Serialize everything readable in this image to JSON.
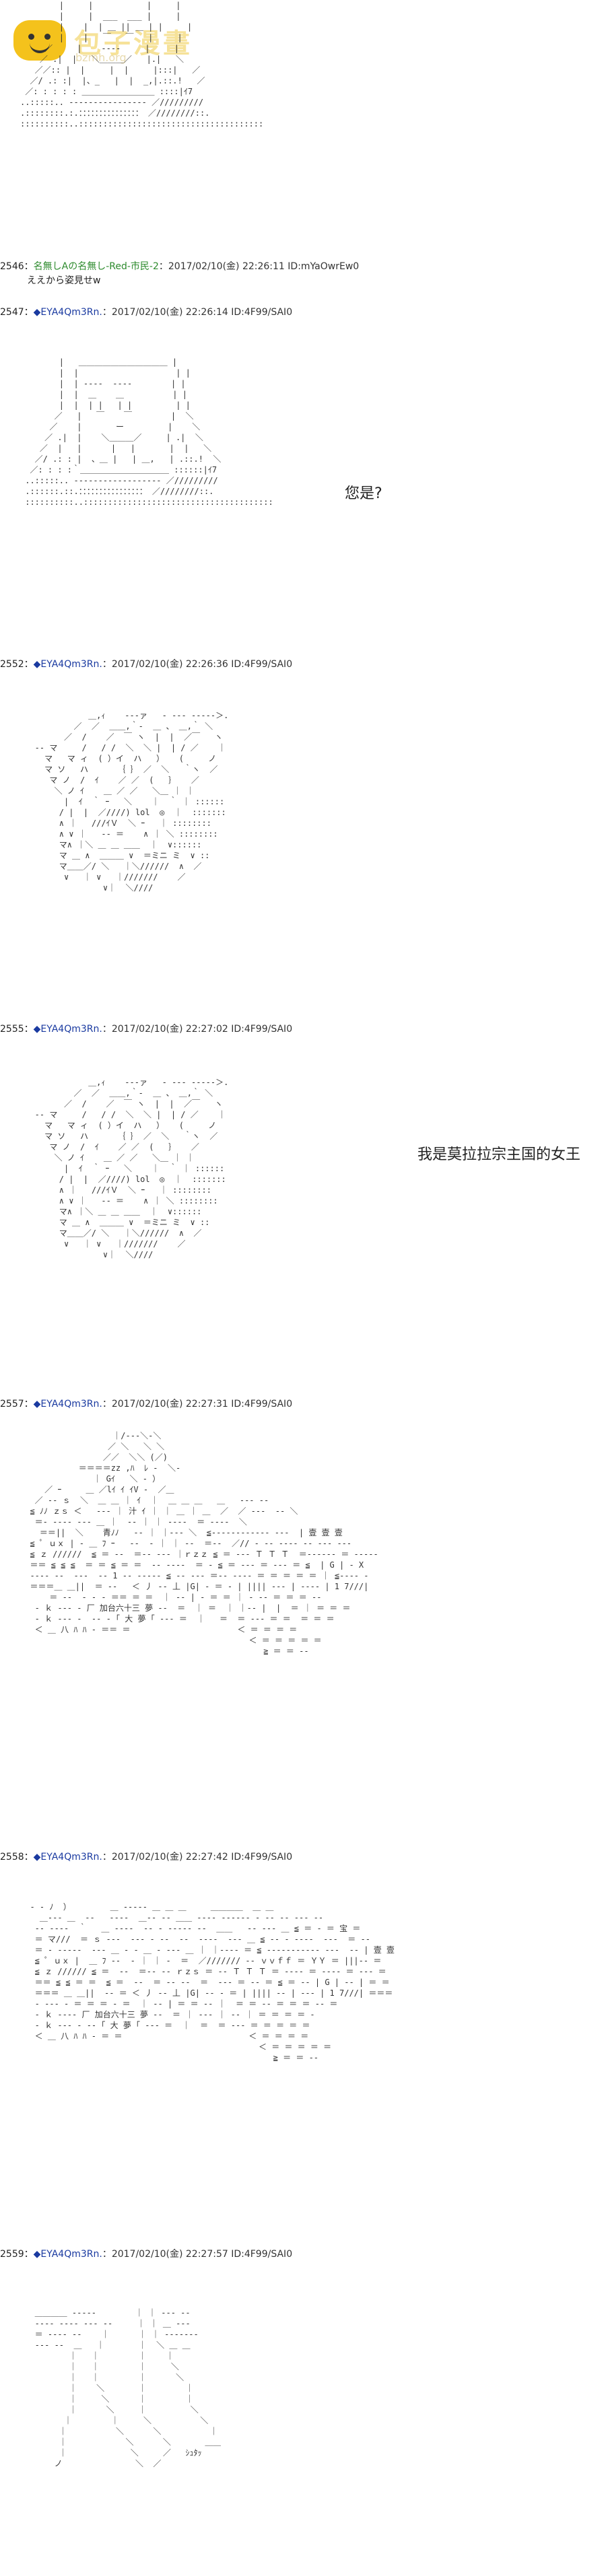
{
  "logo": {
    "text": "包子漫畫",
    "sub": "bzmh.org"
  },
  "posts": [
    {
      "num": "2546：",
      "name": "名無しAの名無し-Red-市民-2",
      "meta": "：2017/02/10(金) 22:26:11 ID:mYaOwrEw0",
      "body": "ええから姿見せw"
    },
    {
      "num": "2547：",
      "name": "◆EYA4Qm3Rn.",
      "meta": "：2017/02/10(金) 22:26:14 ID:4F99/SAI0",
      "speech": "您是?"
    },
    {
      "num": "2552：",
      "name": "◆EYA4Qm3Rn.",
      "meta": "：2017/02/10(金) 22:26:36 ID:4F99/SAI0"
    },
    {
      "num": "2555：",
      "name": "◆EYA4Qm3Rn.",
      "meta": "：2017/02/10(金) 22:27:02 ID:4F99/SAI0",
      "speech": "我是莫拉拉宗主国的女王"
    },
    {
      "num": "2557：",
      "name": "◆EYA4Qm3Rn.",
      "meta": "：2017/02/10(金) 22:27:31 ID:4F99/SAI0"
    },
    {
      "num": "2558：",
      "name": "◆EYA4Qm3Rn.",
      "meta": "：2017/02/10(金) 22:27:42 ID:4F99/SAI0"
    },
    {
      "num": "2559：",
      "name": "◆EYA4Qm3Rn.",
      "meta": "：2017/02/10(金) 22:27:57 ID:4F99/SAI0"
    }
  ],
  "art": {
    "a0": "        |     |           |     |\n        |     |  ___  ___ |     |\n        |    |  | ＿ || ＿ | |     |\n        |    |   ￣   ￣   |     |\n     ／     |    ‐‐‐‐     |     |\n    ／ .|  |   ＼＿＿＿／   |.|   ＼\n   ／／:: |  |     |  |     |:::|   ／\n  ／/ .: :|  |、_   |  |  _,|.::.!   ／\n ／: : : : : ＿＿＿＿＿＿＿＿＿ ::::|ｲ7\n..:::::.. ‐‐‐‐‐‐‐‐‐‐‐‐‐‐‐‐ ／/////////\n.::::::::.:.：：：：：：：：：：：：：：： ／////////::.\n::::::::::..::::::::::::::::::::::::::::::::::::::",
    "a1": "        |   ＿＿＿＿＿＿＿＿＿＿＿ |\n        |  |                    | |\n        |  | ‐‐‐‐  ‐‐‐‐        | |\n        |  |  ＿    ＿          | |\n        |  |  | |   | |         | |\n       ／   |   ￣    ￣        |  ＼\n      ／    |       ー         |    ＼\n     ／ .|  |    ＼＿＿＿／     | .|  ＼\n    ／  |   |      |   |       |  |   ＼\n   ／/ .: : |  、＿ |   | ＿,   | .::.!  ＼\n  ／: : : :｀＿＿＿＿＿＿＿＿＿＿＿ ::::::|ｲ7\n ..:::::.. ‐‐‐‐‐‐‐‐‐‐‐‐‐‐‐‐‐‐ ／/////////\n .::::::.::.：：：：：：：：：：：：：：：： ／////////::.\n ::::::::::..:::::::::::::::::::::::::::::::::::::::",
    "a2": "              ＿,ｨ    ‐‐‐ァ   ‐ ‐‐‐ ‐‐‐‐‐＞.\n           ／  ／  ＿＿,｀‐  ＿ 、 ＿,｀ ＼\n         ／  /    ／  ￣ ヽ  |  |  ／￣   ヽ\n   ‐‐ マ     /   / /  ＼  ＼ |  | / ／    ｜\n     マ   マ ィ  ( ）イ  ハ   ）   (     ノ\n     マ ソ   ハ      ｛ ｝ ／  ＼   ｀ヽ  ／\n      マ ノ  /  ｲ    ／ ／  (   ｝   ／\n       ＼ ノ ｲ    ＿ ／ ／   ＼＿ ｜ ｜\n         |  ｲ  ｀ ｰ   ＼    ｜  ｀ ｜ ::::::\n        / |  |  ／////) lol  ◎  ｜  :::::::\n        ∧ ｜   ///ｲＶ  ＼ ｰ   ｜ ::::::::\n        ∧ ∨ ｜   ‐‐ ＝    ∧ ｜ ＼ ::::::::\n        マ∧ ｜＼ ＿ ＿ ＿＿  ｜  ∨::::::\n        マ ＿ ∧  ＿＿＿ ∨  ＝ミニ ミ  ∨ ::\n        マ＿＿／/ ＼   ｜＼//////  ∧  ／\n         ∨   ｜ ∨   ｜///////    ／\n                 ∨｜  ＼////",
    "a3": "              ＿,ｨ    ‐‐‐ァ   ‐ ‐‐‐ ‐‐‐‐‐＞.\n           ／  ／  ＿＿,｀‐  ＿ 、 ＿,｀ ＼\n         ／  /    ／  ￣ ヽ  |  |  ／￣   ヽ\n   ‐‐ マ     /   / /  ＼  ＼ |  | / ／    ｜\n     マ   マ ィ  ( ）イ  ハ   ）   (     ノ\n     マ ソ   ハ      ｛ ｝ ／  ＼   ｀ヽ  ／\n      マ ノ  /  ｲ    ／ ／  (   ｝   ／\n       ＼ ノ ｲ    ＿ ／ ／   ＼＿ ｜ ｜\n         |  ｲ  ｀ ｰ   ＼    ｜  ｀ ｜ ::::::\n        / |  |  ／////) lol  ◎  ｜  :::::::\n        ∧ ｜   ///ｲＶ  ＼ ｰ   ｜ ::::::::\n        ∧ ∨ ｜   ‐‐ ＝    ∧ ｜ ＼ ::::::::\n        マ∧ ｜＼ ＿ ＿ ＿＿  ｜  ∨::::::\n        マ ＿ ∧  ＿＿＿ ∨  ＝ミニ ミ  ∨ ::\n        マ＿＿／/ ＼   ｜＼//////  ∧  ／\n         ∨   ｜ ∨   ｜///////    ／\n                 ∨｜  ＼////",
    "a4": "                   ｜/‐‐‐＼‐＼\n                  ／ ＼   ＼ ＼\n                 ／／  ＼＼ (／)\n            ＝＝＝＝zz ,ﾊ  ﾚ ‐  ＼‐\n               ｜ Gｲ   ＼ ‐ ）\n     ／ ｰ     ＿ ／lｲ ｲ ｲV ‐  ／＿\n   ／ ‐‐ ｓ  ＼  ＿ ＿ ｜ ｲ  ｜  ＿ ＿ ＿   ＿   ‐‐‐ ‐‐\n  ≦ ﾉﾉ ｚｓ ＜   ‐‐‐ ｜ 汁 ｲ ｜ ｜ ＿ ｜ ＿  ／  ／ ‐‐‐  ‐‐ ＼\n   ＝‐ ‐‐‐‐ ‐‐‐ ＿ ｜  ‐‐ ｜ ｜ ‐‐‐‐  ＝ ‐‐‐‐  ＼\n    ＝＝||  ＼    青ﾉﾉ   ‐‐ ｜ ｜‐‐‐ ＼  ≦‐‐‐‐‐‐‐‐‐‐‐‐ ‐‐‐  | 壹 壹 壹\n  ≦ ﾟ ｕｘ | ‐ ＿ ﾌ ｰ   ‐‐  ‐ ｜ ｜ ‐‐  ＝‐‐  ／// ‐ ‐‐ ‐‐‐‐ ‐‐ ‐‐‐ ‐‐‐\n  ≦ ｚ //////  ≦ ＝ ‐‐  ＝‐‐ ‐‐‐ ｜ｒｚｚ ≦ ＝ ‐‐‐ Ｔ Ｔ Ｔ  ＝‐‐‐‐‐‐ ＝ ‐‐‐‐‐\n  ＝＝ ≦ ≦ ≦  ＝ ＝ ≦ ＝ ＝  ‐‐ ‐‐‐‐  ＝ ‐ ≦ ＝ ‐‐‐ ＝ ‐‐‐ ＝ ≦  | G | ‐ X\n  ‐‐‐‐ ‐‐  ‐‐‐  ‐‐ 1 ‐‐ ‐‐‐‐‐ ≦ ‐‐ ‐‐‐ ＝‐‐ ‐‐‐‐ ＝ ＝ ＝ ＝ ＝ ｜ ≦‐‐‐‐ ‐\n  ＝＝＝＿ ＿||  ＝ ‐‐   ＜ 丿 ‐‐ 丄 |G| ‐ ＝ ‐ | |||| ‐‐‐ | ‐‐‐‐ | 1 7///|\n      ＝ ‐‐  ‐ ‐ ‐ ＝＝ ＝ ＝  ｜ ‐‐ | ‐ ＝ ＝ ｜ ‐ ‐‐ ＝ ＝ ＝ ‐‐\n   ‐ ｋ ‐‐‐ ‐ 厂 加台六十三 夢 ‐‐  ＝  ｜ ＝  ｜ ｜‐‐ |  |  ＝ ｜ ＝ ＝ ＝\n   ‐ ｋ ‐‐‐ ‐  ‐‐ ‐ ｢ 大 夢 ｢ ‐‐‐ ＝  ｜   ＝  ＝ ‐‐‐ ＝ ＝  ＝ ＝ ＝\n   ＜ ＿ 八 ﾊ ﾊ ‐ ＝＝ ＝                      ＜ ＝ ＝ ＝ ＝\n                                               ＜ ＝ ＝ ＝ ＝ ＝\n                                                  ≧ ＝ ＝ ‐‐",
    "a5": "  ‐ ‐ ﾉ  ）        ＿ ‐‐‐‐‐ ＿ ＿ ＿     ＿＿＿＿  ＿ ＿\n    ＿‐‐‐ ＿  ‐‐   ‐‐‐‐  ＿‐‐ ‐‐ ＿＿ ‐‐‐‐ ‐‐‐‐‐‐ ‐ ‐‐ ‐‐ ‐‐‐ ‐‐\n   ‐‐ ‐‐‐‐  ｀   ＿ ‐‐‐‐  ‐‐ ‐ ‐‐‐‐‐ ‐‐  ＿＿   ‐‐ ‐‐‐ ＿ ≦ ＝ ‐ ＝ 宝 ＝\n   ＝ マ///  ＝ ｓ ‐‐‐  ‐‐‐ ‐ ‐‐  ‐‐  ‐‐‐‐  ‐‐‐ ＿ ≦ ‐‐ ‐ ‐‐‐‐  ‐‐‐  ＝ ‐‐\n   ＝ ‐ ‐‐‐‐‐  ‐‐‐ ＿ ‐ ‐ ＿ ‐ ‐‐‐ ＿ ｜ ｜‐‐‐‐ ＝ ≦ ‐‐‐‐‐‐‐‐‐‐‐ ‐‐‐  ‐‐ | 壹 壹\n   ≦ ﾟ ｕｘ |  ＿ ﾌ ‐‐  ‐ ｜ ｜ ‐  ＝  ／/////// ‐‐ ｖｖｆｆ ＝ ＹＹ ＝ |||‐‐ ＝\n   ≦ ｚ ////// ≦ ＝  ‐‐  ＝‐‐ ‐‐ ｒｚｓ ＝ ‐‐ Ｔ Ｔ Ｔ ＝ ‐‐‐‐ ＝ ‐‐‐‐ ＝ ‐‐‐ ＝\n   ＝＝ ≦ ≦ ＝ ＝  ≦ ＝  ‐‐  ＝ ‐‐ ‐‐  ＝  ‐‐‐ ＝ ‐‐ ＝ ≦ ＝ ‐‐ | G | ‐‐ | ＝ ＝\n   ＝＝＝ ＿ ＿||  ‐‐ ＝ ＜ 丿 ‐‐ 丄 |G| ‐‐ ‐ ＝ | |||| ‐‐ | ‐‐‐ | 1 7///| ＝＝＝\n   ‐ ‐‐‐ ‐ ＝ ＝ ＝ ‐ ＝  ｜ ‐‐ | ＝ ＝ ‐‐ ｜  ＝ ＝ ‐‐ ＝ ＝ ＝ ‐‐ ＝\n   ‐ ｋ ‐‐‐‐ 厂 加台六十三 夢 ‐‐  ＝ ｜ ‐‐‐ ｜ ‐‐ ｜ ＝ ＝ ＝ ＝ ‐\n   ‐ ｋ ‐‐‐ ‐ ‐‐ ｢ 大 夢 ｢ ‐‐‐ ＝  ｜  ＝  ＝ ‐‐‐ ＝ ＝ ＝ ＝ ＝\n   ＜ ＿ 八 ﾊ ﾊ ‐ ＝ ＝                          ＜ ＝ ＝ ＝ ＝\n                                                 ＜ ＝ ＝ ＝ ＝ ＝\n                                                    ≧ ＝ ＝ ‐‐",
    "a6": "\n\n\n   ＿＿＿＿ ‐‐‐‐‐        ｜ ｜ ‐‐‐ ‐‐\n   ‐‐‐‐ ‐‐‐‐ ‐‐‐ ‐‐     ｜ ｜ ＿ ‐‐‐\n   ＝ ‐‐‐‐ ‐‐    ｜      ｜ ｜ ‐‐‐‐‐‐‐\n   ‐‐‐ ‐‐  ＿   ｜       ｜  ＼ ＿ ＿\n          ｜   ｜        ｜    ｜\n          ｜   ｜        ｜     ＼\n          ｜   ｜        ｜      ＼\n          ｜    ＼       ｜        ｜\n          ｜     ＼      ｜        ｜\n          ｜      ＼     ｜         ＼\n         ｜        ｜     ＼          ＼\n        ｜          ＼      ＼          ｜\n        ｜            ＼      ＼       ＿＿\n        ｜             ＼     ／   ｼｭﾀｯ\n       ノ               ＼  ／"
  }
}
